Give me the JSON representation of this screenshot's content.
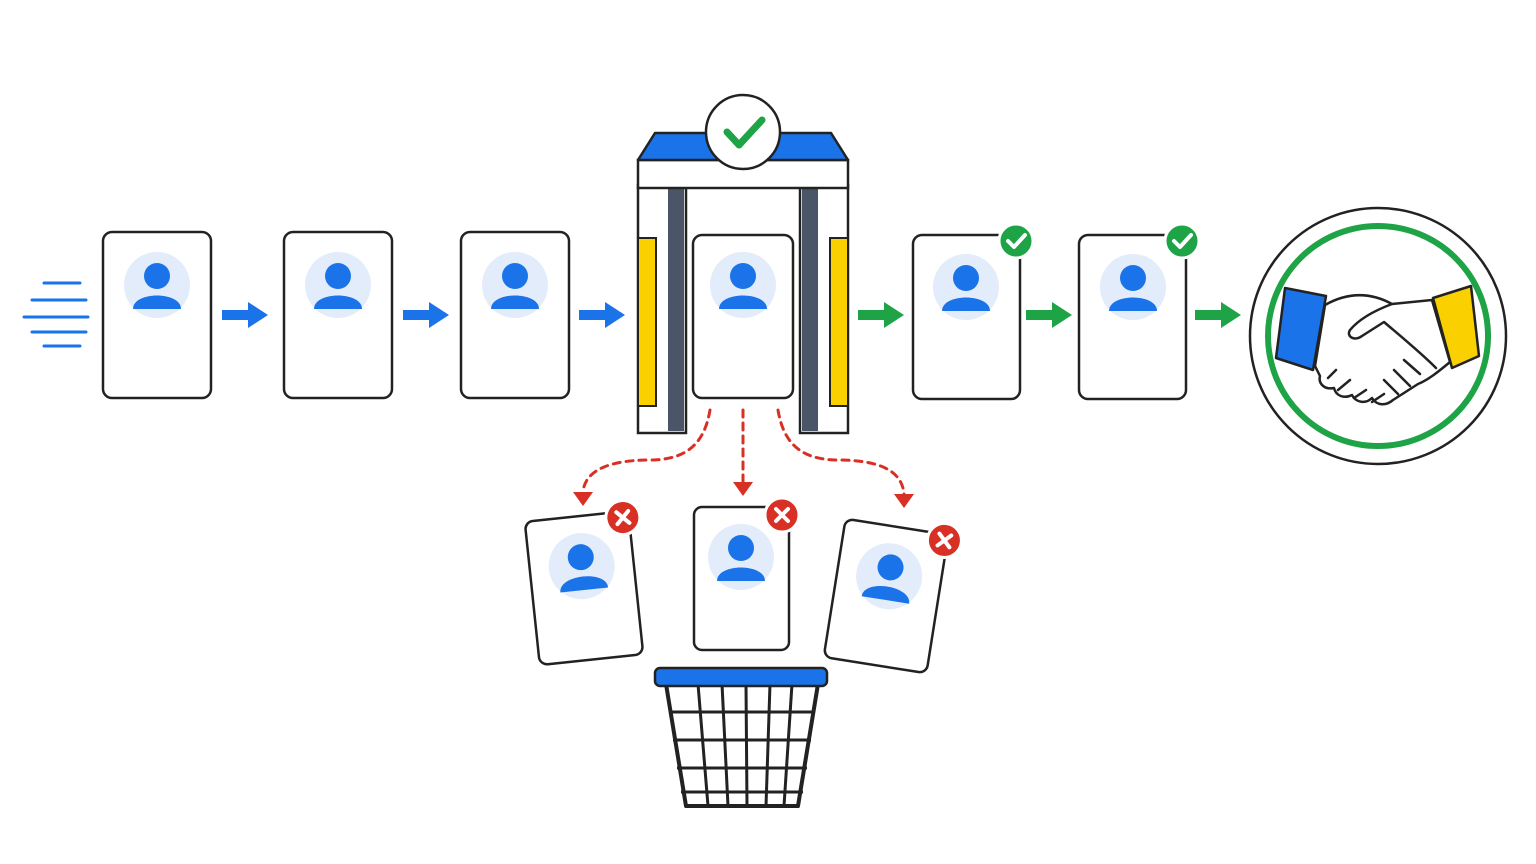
{
  "diagram": {
    "incoming_candidates": 3,
    "screened_candidate": 1,
    "approved_candidates": 2,
    "rejected_candidates": 3
  },
  "icons": {
    "candidate": "person-profile-card-icon",
    "speed": "speed-lines-icon",
    "gate": "screening-gate-icon",
    "approved": "checkmark-badge-icon",
    "rejected": "x-badge-icon",
    "discard": "wastebasket-icon",
    "outcome": "handshake-icon"
  },
  "colors": {
    "blue": "#1a73e8",
    "green": "#1ea446",
    "red": "#d93025",
    "yellow": "#fbd000",
    "avatar_bg": "#e3ecfa",
    "gate_pillar": "#4a5568",
    "outline": "#222222"
  }
}
